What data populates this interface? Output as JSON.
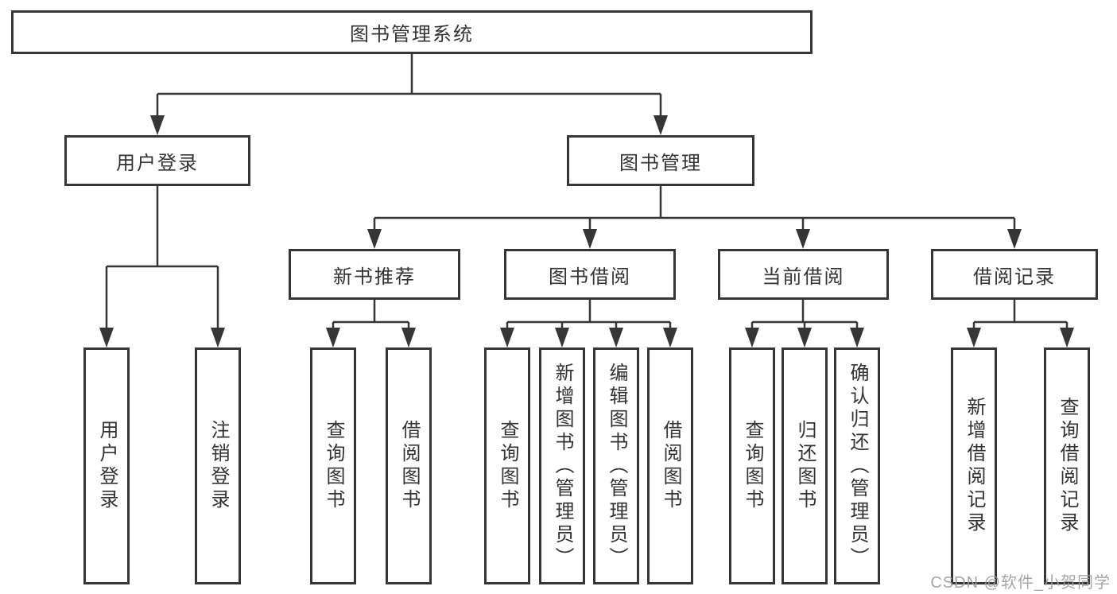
{
  "tree": {
    "label": "图书管理系统",
    "children": [
      {
        "label": "用户登录",
        "children": [
          {
            "label": "用户登录"
          },
          {
            "label": "注销登录"
          }
        ]
      },
      {
        "label": "图书管理",
        "children": [
          {
            "label": "新书推荐",
            "children": [
              {
                "label": "查询图书"
              },
              {
                "label": "借阅图书"
              }
            ]
          },
          {
            "label": "图书借阅",
            "children": [
              {
                "label": "查询图书"
              },
              {
                "label": "新增图书（管理员）"
              },
              {
                "label": "编辑图书（管理员）"
              },
              {
                "label": "借阅图书"
              }
            ]
          },
          {
            "label": "当前借阅",
            "children": [
              {
                "label": "查询图书"
              },
              {
                "label": "归还图书"
              },
              {
                "label": "确认归还（管理员）"
              }
            ]
          },
          {
            "label": "借阅记录",
            "children": [
              {
                "label": "新增借阅记录"
              },
              {
                "label": "查询借阅记录"
              }
            ]
          }
        ]
      }
    ]
  },
  "watermark": {
    "text": "CSDN @软件_小贺同学"
  },
  "colors": {
    "line": "#363636",
    "box_border": "#363636",
    "text": "#333333",
    "watermark": "#9f9f9f",
    "background": "#ffffff"
  }
}
